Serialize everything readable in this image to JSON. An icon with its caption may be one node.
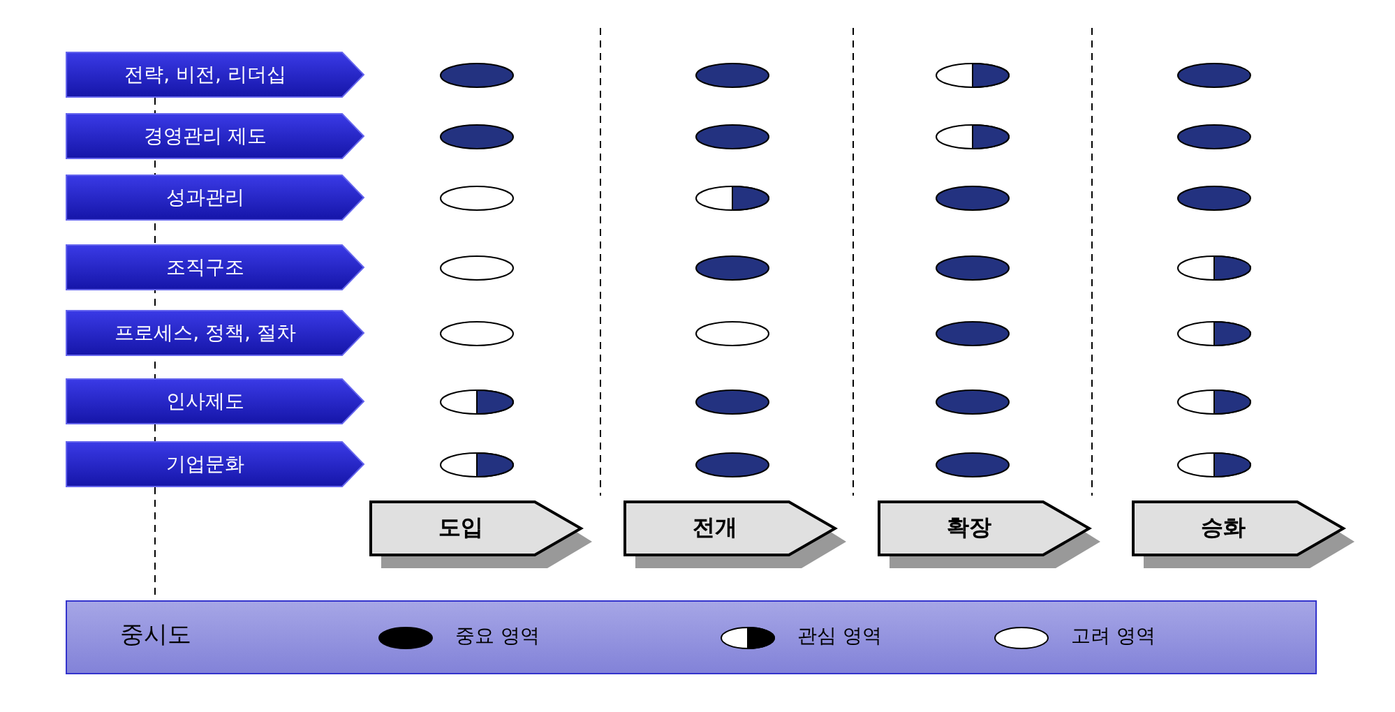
{
  "diagram": {
    "nodes": [
      {
        "text": [
          "전략, 비전, 리더십"
        ]
      },
      {
        "text": [],
        "shape": "filled-ellipse"
      },
      {
        "text": [],
        "shape": "filled-ellipse"
      },
      {
        "text": [],
        "shape": "half-ellipse"
      },
      {
        "text": [],
        "shape": "filled-ellipse"
      },
      {
        "text": [
          "경영관리 제도"
        ]
      },
      {
        "text": [],
        "shape": "filled-ellipse"
      },
      {
        "text": [],
        "shape": "filled-ellipse"
      },
      {
        "text": [],
        "shape": "half-ellipse"
      },
      {
        "text": [],
        "shape": "filled-ellipse"
      },
      {
        "text": [
          "성과관리"
        ]
      },
      {
        "text": [],
        "shape": "empty-ellipse"
      },
      {
        "text": [],
        "shape": "half-ellipse"
      },
      {
        "text": [],
        "shape": "filled-ellipse"
      },
      {
        "text": [],
        "shape": "filled-ellipse"
      },
      {
        "text": [
          "조직구조"
        ]
      },
      {
        "text": [],
        "shape": "empty-ellipse"
      },
      {
        "text": [],
        "shape": "filled-ellipse"
      },
      {
        "text": [],
        "shape": "filled-ellipse"
      },
      {
        "text": [],
        "shape": "half-ellipse"
      },
      {
        "text": [
          "프로세스, 정책, 절차"
        ]
      },
      {
        "text": [],
        "shape": "empty-ellipse"
      },
      {
        "text": [],
        "shape": "empty-ellipse"
      },
      {
        "text": [],
        "shape": "filled-ellipse"
      },
      {
        "text": [],
        "shape": "half-ellipse"
      },
      {
        "text": [
          "인사제도"
        ]
      },
      {
        "text": [],
        "shape": "half-ellipse"
      },
      {
        "text": [],
        "shape": "filled-ellipse"
      },
      {
        "text": [],
        "shape": "filled-ellipse"
      },
      {
        "text": [],
        "shape": "half-ellipse"
      },
      {
        "text": [
          "기업문화"
        ]
      },
      {
        "text": [],
        "shape": "half-ellipse"
      },
      {
        "text": [],
        "shape": "filled-ellipse"
      },
      {
        "text": [],
        "shape": "filled-ellipse"
      },
      {
        "text": [],
        "shape": "half-ellipse"
      },
      {
        "text": [
          "도입"
        ]
      },
      {
        "text": [
          "전개"
        ]
      },
      {
        "text": [
          "확장"
        ]
      },
      {
        "text": [
          "승화"
        ]
      }
    ],
    "labels": [
      "중시도"
    ],
    "legend": [
      {
        "text": "중요 영역"
      },
      {
        "text": "관심 영역"
      },
      {
        "text": "고려 영역"
      }
    ]
  }
}
